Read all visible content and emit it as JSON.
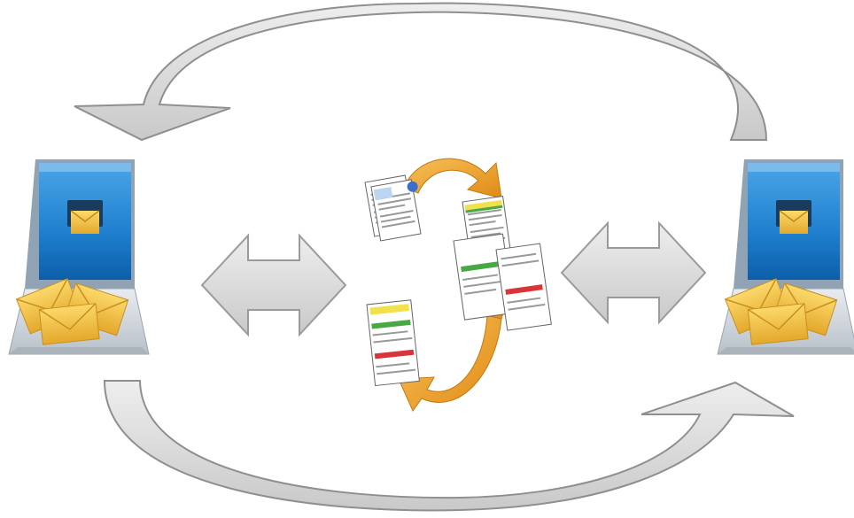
{
  "diagram": {
    "nodes": [
      {
        "id": "left-laptop",
        "kind": "laptop-with-envelopes"
      },
      {
        "id": "center-documents",
        "kind": "document-exchange-cycle"
      },
      {
        "id": "right-laptop",
        "kind": "laptop-with-envelopes"
      }
    ],
    "connectors": [
      {
        "from": "right-laptop",
        "to": "left-laptop",
        "kind": "curved-arrow",
        "route": "top"
      },
      {
        "from": "left-laptop",
        "to": "right-laptop",
        "kind": "curved-arrow",
        "route": "bottom"
      },
      {
        "between": [
          "left-laptop",
          "center-documents"
        ],
        "kind": "double-arrow"
      },
      {
        "between": [
          "center-documents",
          "right-laptop"
        ],
        "kind": "double-arrow"
      }
    ]
  },
  "colors": {
    "arrow_fill": "#d9d9d9",
    "arrow_stroke": "#a6a6a6",
    "screen_blue": "#1f7fcf",
    "screen_blue_dark": "#0d5ea8",
    "laptop_silver": "#cfd5db",
    "envelope_yellow": "#f2c14a",
    "envelope_dark": "#d99a1e",
    "cycle_orange": "#f0a52a",
    "doc_red": "#d9343a",
    "doc_green": "#4aa844",
    "doc_yellow": "#f2e14a",
    "doc_blue": "#3a6fd0"
  }
}
